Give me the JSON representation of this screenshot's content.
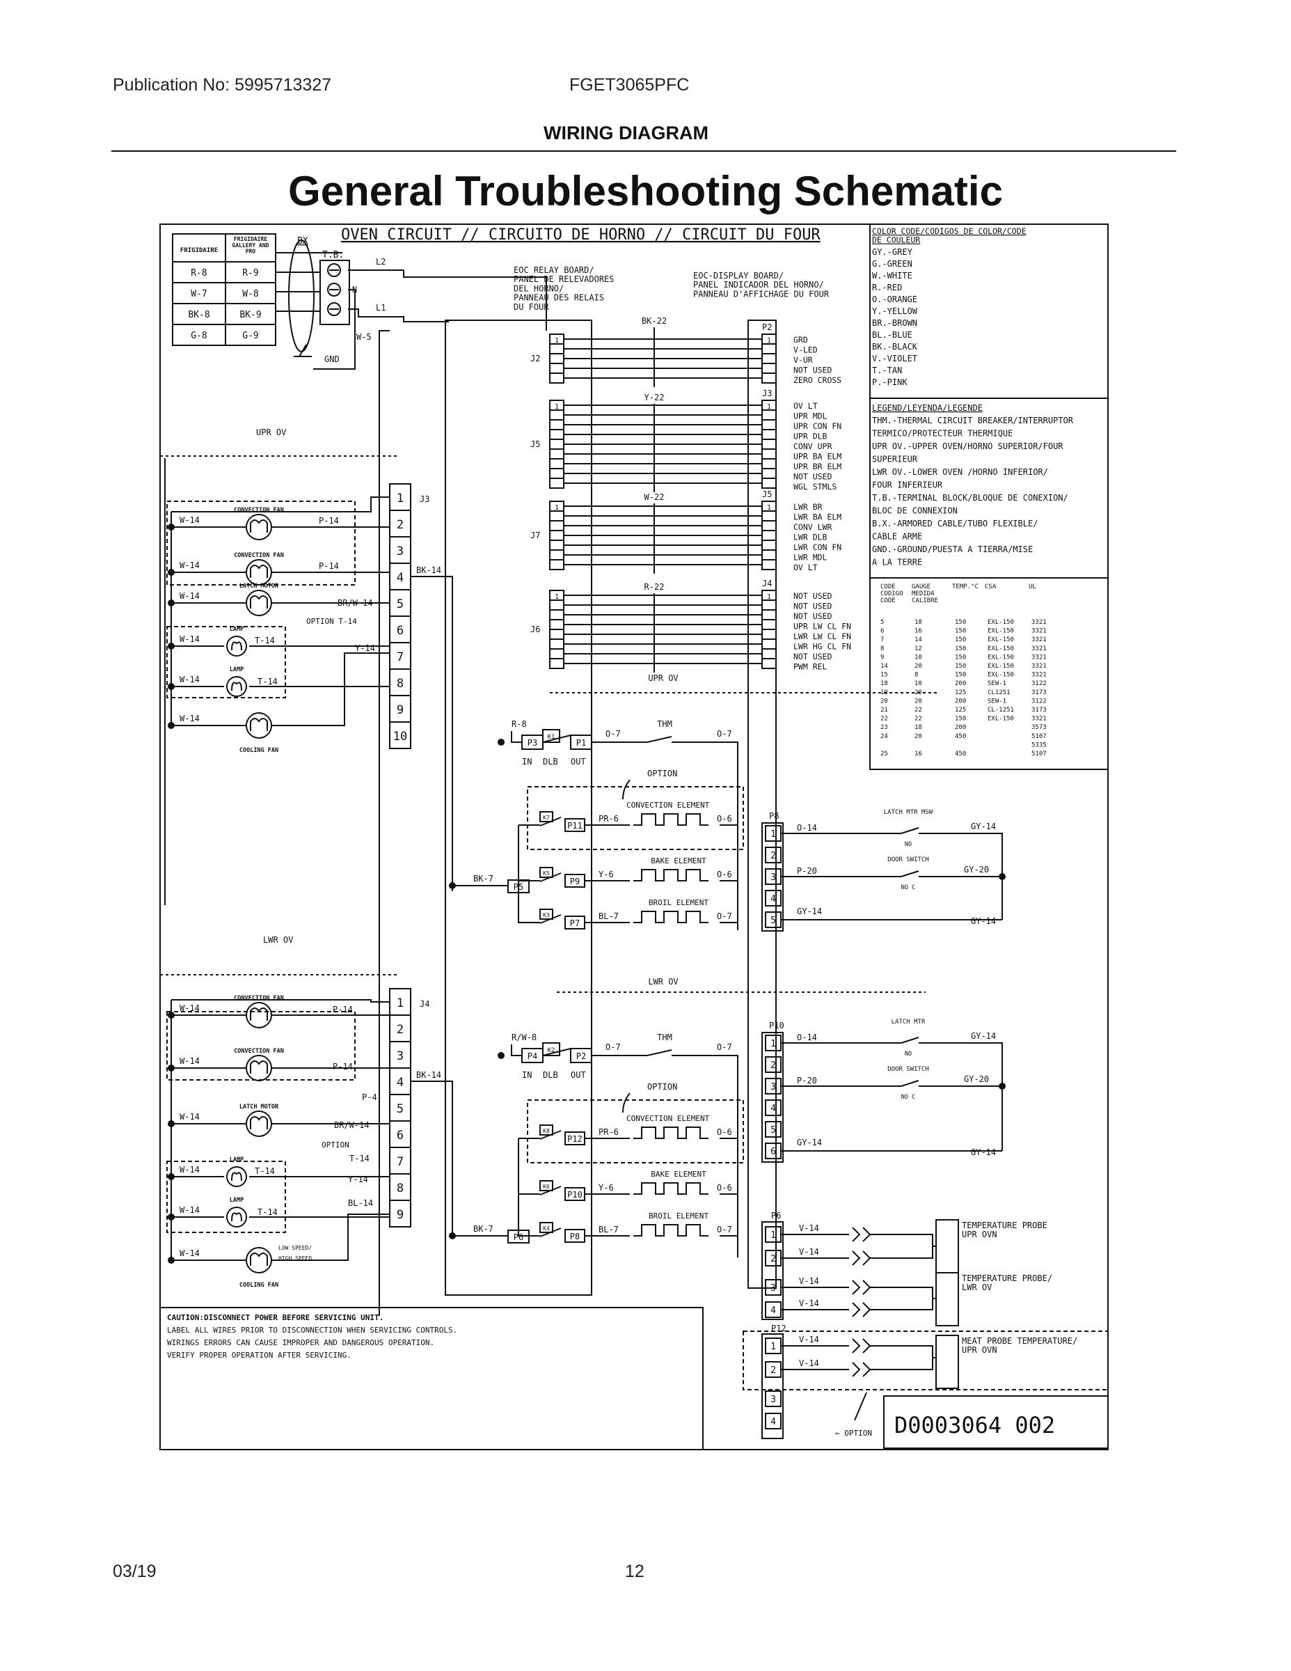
{
  "header": {
    "publication": "Publication No: 5995713327",
    "model": "FGET3065PFC",
    "section": "WIRING DIAGRAM",
    "title": "General Troubleshooting Schematic"
  },
  "footer": {
    "date": "03/19",
    "page": "12"
  },
  "schematic": {
    "circuit_title": "OVEN CIRCUIT // CIRCUITO DE HORNO // CIRCUIT DU FOUR",
    "drawing_number": "D0003064  002",
    "supply_table": {
      "headers": [
        "FRIGIDAIRE",
        "FRIGIDAIRE GALLERY AND PRO"
      ],
      "rows": [
        [
          "R-8",
          "R-9"
        ],
        [
          "W-7",
          "W-8"
        ],
        [
          "BK-8",
          "BK-9"
        ],
        [
          "G-8",
          "G-9"
        ]
      ]
    },
    "terminal": {
      "bx": "BX",
      "tb": "T.B.",
      "l2": "L2",
      "n": "N",
      "l1": "L1",
      "gnd": "GND",
      "w5": "W-5"
    },
    "relay_board": "EOC RELAY BOARD/\nPANEL DE RELEVADORES\nDEL HORNO/\nPANNEAU DES RELAIS\nDU FOUR",
    "display_board": "EOC-DISPLAY BOARD/\nPANEL INDICADOR DEL HORNO/\nPANNEAU D'AFFICHAGE DU FOUR",
    "harnesses": {
      "bk22": "BK-22",
      "y22": "Y-22",
      "w22": "W-22",
      "r22": "R-22",
      "j2": "J2",
      "j5": "J5",
      "j7": "J7",
      "j6": "J6",
      "p2": "P2",
      "j3": "J3",
      "j5b": "J5",
      "j4": "J4",
      "upr_ov": "UPR OV",
      "p2_labels": [
        "GRD",
        "V-LED",
        "V-UR",
        "NOT USED",
        "ZERO CROSS"
      ],
      "j3_labels": [
        "OV LT",
        "UPR MDL",
        "UPR CON FN",
        "UPR DLB",
        "CONV UPR",
        "UPR BA ELM",
        "UPR BR ELM",
        "NOT USED",
        "WGL STMLS"
      ],
      "j5_labels": [
        "LWR BR",
        "LWR BA ELM",
        "CONV LWR",
        "LWR DLB",
        "LWR CON FN",
        "LWR MDL",
        "OV LT"
      ],
      "j4_labels": [
        "NOT USED",
        "NOT USED",
        "NOT USED",
        "UPR LW CL FN",
        "LWR LW CL FN",
        "LWR HG CL FN",
        "NOT USED",
        "PWM REL"
      ]
    },
    "color_code": {
      "title": "COLOR CODE/CODIGOS DE COLOR/CODE\nDE COULEUR",
      "items": [
        "GY.-GREY",
        "G.-GREEN",
        "W.-WHITE",
        "R.-RED",
        "O.-ORANGE",
        "Y.-YELLOW",
        "BR.-BROWN",
        "BL.-BLUE",
        "BK.-BLACK",
        "V.-VIOLET",
        "T.-TAN",
        "P.-PINK"
      ]
    },
    "legend": {
      "title": "LEGEND/LEYENDA/LEGENDE",
      "items": [
        "THM.-THERMAL CIRCUIT BREAKER/INTERRUPTOR",
        "TERMICO/PROTECTEUR THERMIQUE",
        "UPR OV.-UPPER OVEN/HORNO SUPERIOR/FOUR",
        "        SUPERIEUR",
        "LWR OV.-LOWER OVEN /HORNO INFERIOR/",
        "        FOUR INFERIEUR",
        "T.B.-TERMINAL BLOCK/BLOQUE DE CONEXION/",
        "BLOC DE CONNEXION",
        "B.X.-ARMORED CABLE/TUBO FLEXIBLE/",
        "      CABLE ARME",
        "GND.-GROUND/PUESTA A TIERRA/MISE",
        "      A LA TERRE"
      ]
    },
    "gauge_table": {
      "headers": [
        "CODE\nCODIGO\nCODE",
        "GAUGE\nMEDIDA\nCALIBRE",
        "TEMP.°C",
        "CSA",
        "UL"
      ],
      "rows": [
        [
          "5",
          "18",
          "150",
          "EXL-150",
          "3321"
        ],
        [
          "6",
          "16",
          "150",
          "EXL-150",
          "3321"
        ],
        [
          "7",
          "14",
          "150",
          "EXL-150",
          "3321"
        ],
        [
          "8",
          "12",
          "150",
          "EXL-150",
          "3321"
        ],
        [
          "9",
          "10",
          "150",
          "EXL-150",
          "3321"
        ],
        [
          "14",
          "20",
          "150",
          "EXL-150",
          "3321"
        ],
        [
          "15",
          "8",
          "150",
          "EXL-150",
          "3321"
        ],
        [
          "18",
          "10",
          "200",
          "SEW-1",
          "3122"
        ],
        [
          "19",
          "20",
          "125",
          "CL1251",
          "3173"
        ],
        [
          "20",
          "20",
          "200",
          "SEW-1",
          "3122"
        ],
        [
          "21",
          "22",
          "125",
          "CL-1251",
          "3173"
        ],
        [
          "22",
          "22",
          "150",
          "EXL-150",
          "3321"
        ],
        [
          "23",
          "18",
          "200",
          "",
          "3573"
        ],
        [
          "24",
          "20",
          "450",
          "",
          "5107"
        ],
        [
          "",
          "",
          "",
          "",
          "5335"
        ],
        [
          "25",
          "16",
          "450",
          "",
          "5107"
        ]
      ]
    },
    "upper_oven": {
      "label": "UPR OV",
      "j3": "J3",
      "pins": [
        "1",
        "2",
        "3",
        "4",
        "5",
        "6",
        "7",
        "8",
        "9",
        "10"
      ],
      "bk14": "BK-14",
      "components": [
        "CONVECTION FAN",
        "CONVECTION FAN",
        "LATCH MOTOR",
        "LAMP",
        "LAMP",
        "COOLING FAN"
      ],
      "wires": {
        "w14": "W-14",
        "p14": "P-14",
        "brw14": "BR/W-14",
        "option_t14": "OPTION T-14",
        "t14": "T-14",
        "y14": "Y-14"
      },
      "relays": {
        "r8": "R-8",
        "k1": "K1",
        "p3": "P3",
        "p1": "P1",
        "o7": "O-7",
        "thm": "THM",
        "in": "IN",
        "dlb": "DLB",
        "out": "OUT",
        "option": "OPTION",
        "conv_elem": "CONVECTION ELEMENT",
        "k7": "K7",
        "p11": "P11",
        "pr6": "PR-6",
        "o6": "O-6",
        "bake_elem": "BAKE ELEMENT",
        "k5": "K5",
        "p9": "P9",
        "y6": "Y-6",
        "broil_elem": "BROIL ELEMENT",
        "k3": "K3",
        "p7": "P7",
        "bl7": "BL-7",
        "bk7": "BK-7",
        "p5": "P5"
      },
      "p8": {
        "label": "P8",
        "pins": [
          "1",
          "2",
          "3",
          "4",
          "5"
        ],
        "o14": "O-14",
        "p20": "P-20",
        "gy14": "GY-14",
        "gy20": "GY-20",
        "latch_sw": "LATCH MTR MSW",
        "door_sw": "DOOR SWITCH",
        "no": "NO",
        "noc": "NO  C"
      }
    },
    "lower_oven": {
      "label": "LWR OV",
      "lwr_ov": "LWR OV",
      "j4": "J4",
      "pins": [
        "1",
        "2",
        "3",
        "4",
        "5",
        "6",
        "7",
        "8",
        "9"
      ],
      "bk14": "BK-14",
      "components": [
        "CONVECTION FAN",
        "CONVECTION FAN",
        "LATCH MOTOR",
        "LAMP",
        "LAMP",
        "COOLING FAN"
      ],
      "wires": {
        "w14": "W-14",
        "p14": "P-14",
        "brw14": "BR/W-14",
        "option": "OPTION",
        "t14": "T-14",
        "y14": "Y-14",
        "bl14": "BL-14",
        "p4": "P-4",
        "low_speed": "LOW SPEED/",
        "high_speed": "HIGH SPEED"
      },
      "relays": {
        "rw8": "R/W-8",
        "k2": "K2",
        "p4": "P4",
        "p2": "P2",
        "o7": "O-7",
        "thm": "THM",
        "in": "IN",
        "dlb": "DLB",
        "out": "OUT",
        "option": "OPTION",
        "conv_elem": "CONVECTION ELEMENT",
        "k8": "K8",
        "p12": "P12",
        "pr6": "PR-6",
        "o6": "O-6",
        "bake_elem": "BAKE ELEMENT",
        "k6": "K6",
        "p10": "P10",
        "y6": "Y-6",
        "broil_elem": "BROIL ELEMENT",
        "k4": "K4",
        "p8": "P8",
        "bl7": "BL-7",
        "bk7": "BK-7",
        "p6": "P6"
      },
      "p10": {
        "label": "P10",
        "pins": [
          "1",
          "2",
          "3",
          "4",
          "5",
          "6"
        ],
        "o14": "O-14",
        "p20": "P-20",
        "gy14": "GY-14",
        "gy20": "GY-20",
        "latch_sw": "LATCH MTR",
        "door_sw": "DOOR SWITCH",
        "no": "NO",
        "noc": "NO  C"
      }
    },
    "probes": {
      "p6": "P6",
      "p6_pins": [
        "1",
        "2",
        "3",
        "4"
      ],
      "p12": "P12",
      "p12_pins": [
        "1",
        "2",
        "3",
        "4"
      ],
      "v14": "V-14",
      "upr_probe": "TEMPERATURE PROBE\nUPR OVN",
      "lwr_probe": "TEMPERATURE PROBE/\nLWR OV",
      "meat_probe": "MEAT PROBE TEMPERATURE/\nUPR OVN",
      "option": "OPTION"
    },
    "caution": [
      "CAUTION:DISCONNECT POWER BEFORE SERVICING UNIT.",
      "         LABEL ALL WIRES PRIOR TO DISCONNECTION WHEN SERVICING CONTROLS.",
      "         WIRINGS ERRORS CAN CAUSE IMPROPER AND DANGEROUS OPERATION.",
      "         VERIFY PROPER OPERATION AFTER SERVICING."
    ]
  }
}
